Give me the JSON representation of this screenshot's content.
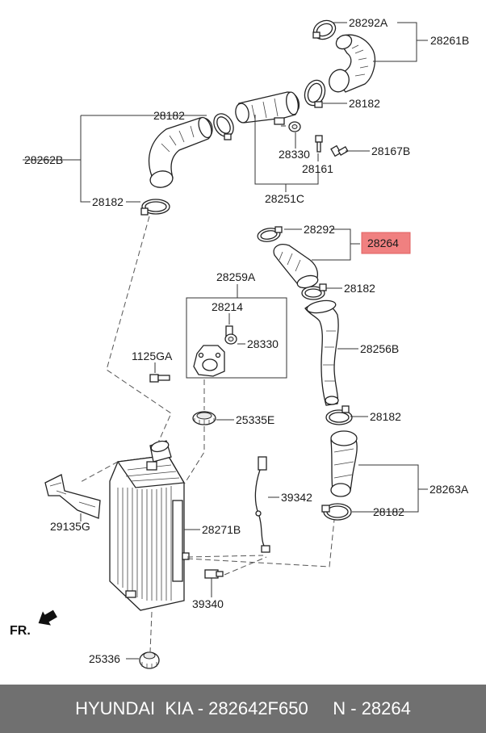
{
  "labels": {
    "p28292A": "28292A",
    "p28261B": "28261B",
    "p28182_a": "28182",
    "p28182_b": "28182",
    "p28262B": "28262B",
    "p28330_a": "28330",
    "p28161": "28161",
    "p28167B": "28167B",
    "p28182_c": "28182",
    "p28251C": "28251C",
    "p28292": "28292",
    "p28264": "28264",
    "p28182_d": "28182",
    "p28259A": "28259A",
    "p28214": "28214",
    "p28330_b": "28330",
    "p1125GA": "1125GA",
    "p28256B": "28256B",
    "p28182_e": "28182",
    "p25335E": "25335E",
    "p39342": "39342",
    "p28263A": "28263A",
    "p28182_f": "28182",
    "p29135G": "29135G",
    "p28271B": "28271B",
    "p39340": "39340",
    "fr": "FR.",
    "p25336": "25336"
  },
  "highlight_color": "#f08080",
  "footer": {
    "text": "HYUNDAI  KIA - 282642F650     N - 28264",
    "background": "#707070",
    "color": "#ffffff"
  }
}
